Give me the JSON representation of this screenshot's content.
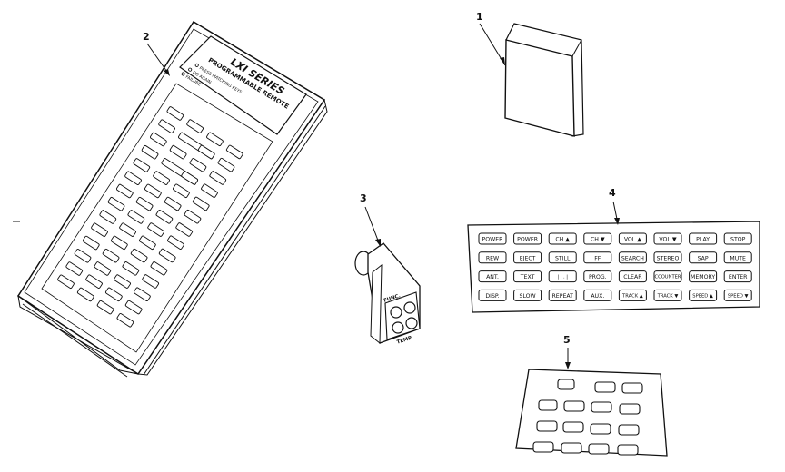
{
  "callouts": [
    "1",
    "2",
    "3",
    "4",
    "5"
  ],
  "remote": {
    "brand": "LXI SERIES",
    "subtitle": "PROGRAMMABLE REMOTE",
    "status_lines": [
      "PRESS MATCHING KEYS",
      "DO AGAIN",
      "FAILURE"
    ]
  },
  "sensor": {
    "top_label": "FUNC.",
    "bottom_label": "TEMP."
  },
  "sticker_sheet": {
    "rows": [
      [
        "POWER",
        "POWER",
        "CH ▲",
        "CH ▼",
        "VOL ▲",
        "VOL ▼",
        "PLAY",
        "STOP"
      ],
      [
        "REW",
        "EJECT",
        "STILL",
        "FF",
        "SEARCH",
        "STEREO",
        "SAP",
        "MUTE"
      ],
      [
        "ANT.",
        "TEXT",
        "| . . |",
        "PROG.",
        "CLEAR",
        "CCOUNTER",
        "MEMORY",
        "ENTER"
      ],
      [
        "DISP.",
        "SLOW",
        "REPEAT",
        "AUX.",
        "TRACK ▲",
        "TRACK ▼",
        "SPEED ▲",
        "SPEED ▼"
      ]
    ]
  },
  "colors": {
    "ink": "#111111",
    "paper": "#ffffff"
  }
}
